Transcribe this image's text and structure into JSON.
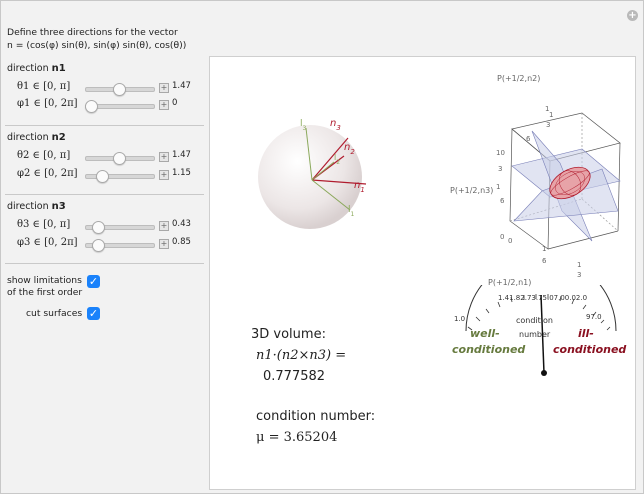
{
  "intro": {
    "line1": "Define three directions for the vector",
    "line2": "n = (cos(φ) sin(θ), sin(φ) sin(θ), cos(θ))"
  },
  "directions": [
    {
      "title": "direction ",
      "title_sub": "n1",
      "theta": {
        "label": "θ1 ∈ [0, π]",
        "value": "1.47",
        "fraction": 0.47
      },
      "phi": {
        "label": "φ1 ∈ [0, 2π]",
        "value": "0",
        "fraction": 0.0
      }
    },
    {
      "title": "direction ",
      "title_sub": "n2",
      "theta": {
        "label": "θ2 ∈ [0, π]",
        "value": "1.47",
        "fraction": 0.47
      },
      "phi": {
        "label": "φ2 ∈ [0, 2π]",
        "value": "1.15",
        "fraction": 0.18
      }
    },
    {
      "title": "direction ",
      "title_sub": "n3",
      "theta": {
        "label": "θ3 ∈ [0, π]",
        "value": "0.43",
        "fraction": 0.14
      },
      "phi": {
        "label": "φ3 ∈ [0, 2π]",
        "value": "0.85",
        "fraction": 0.14
      }
    }
  ],
  "options": {
    "show_limitations_label_1": "show limitations",
    "show_limitations_label_2": "of the first order",
    "show_limitations_checked": true,
    "cut_surfaces_label": "cut surfaces",
    "cut_surfaces_checked": true
  },
  "sphere": {
    "labels": {
      "n1": "n1",
      "n2": "n2",
      "n3": "n3",
      "l1": "l1",
      "l2": "l2",
      "l3": "l3"
    }
  },
  "plot3d": {
    "axis_top": "P(+1/2,n2)",
    "axis_left": "P(+1/2,n3)",
    "axis_bottom": "P(+1/2,n1)",
    "ticks_top": [
      "1",
      "6",
      "1",
      "3"
    ],
    "ticks_left": [
      "10",
      "3",
      "1",
      "6",
      "0"
    ],
    "ticks_bottom": [
      "0",
      "1",
      "6",
      "1",
      "3"
    ]
  },
  "gauge": {
    "scale_text": "1.41.82.73.75.07.00.02.0",
    "end_label": "97.0",
    "start_label": "1.0",
    "center_label_1": "condition",
    "center_label_2": "number",
    "left_label_1": "well-",
    "left_label_2": "conditioned",
    "right_label_1": "ill-",
    "right_label_2": "conditioned",
    "needle_fraction": 0.47
  },
  "results": {
    "volume_title": "3D volume:",
    "volume_formula": "n1·(n2×n3) =",
    "volume_value": "0.777582",
    "cond_title": "condition number:",
    "cond_formula": "μ = 3.65204"
  },
  "colors": {
    "accent_blue": "#1a82fb",
    "vector_red": "#b01c2e",
    "limit_green": "#8aa85a",
    "well_green": "#667a3e",
    "ill_red": "#8a1020"
  }
}
